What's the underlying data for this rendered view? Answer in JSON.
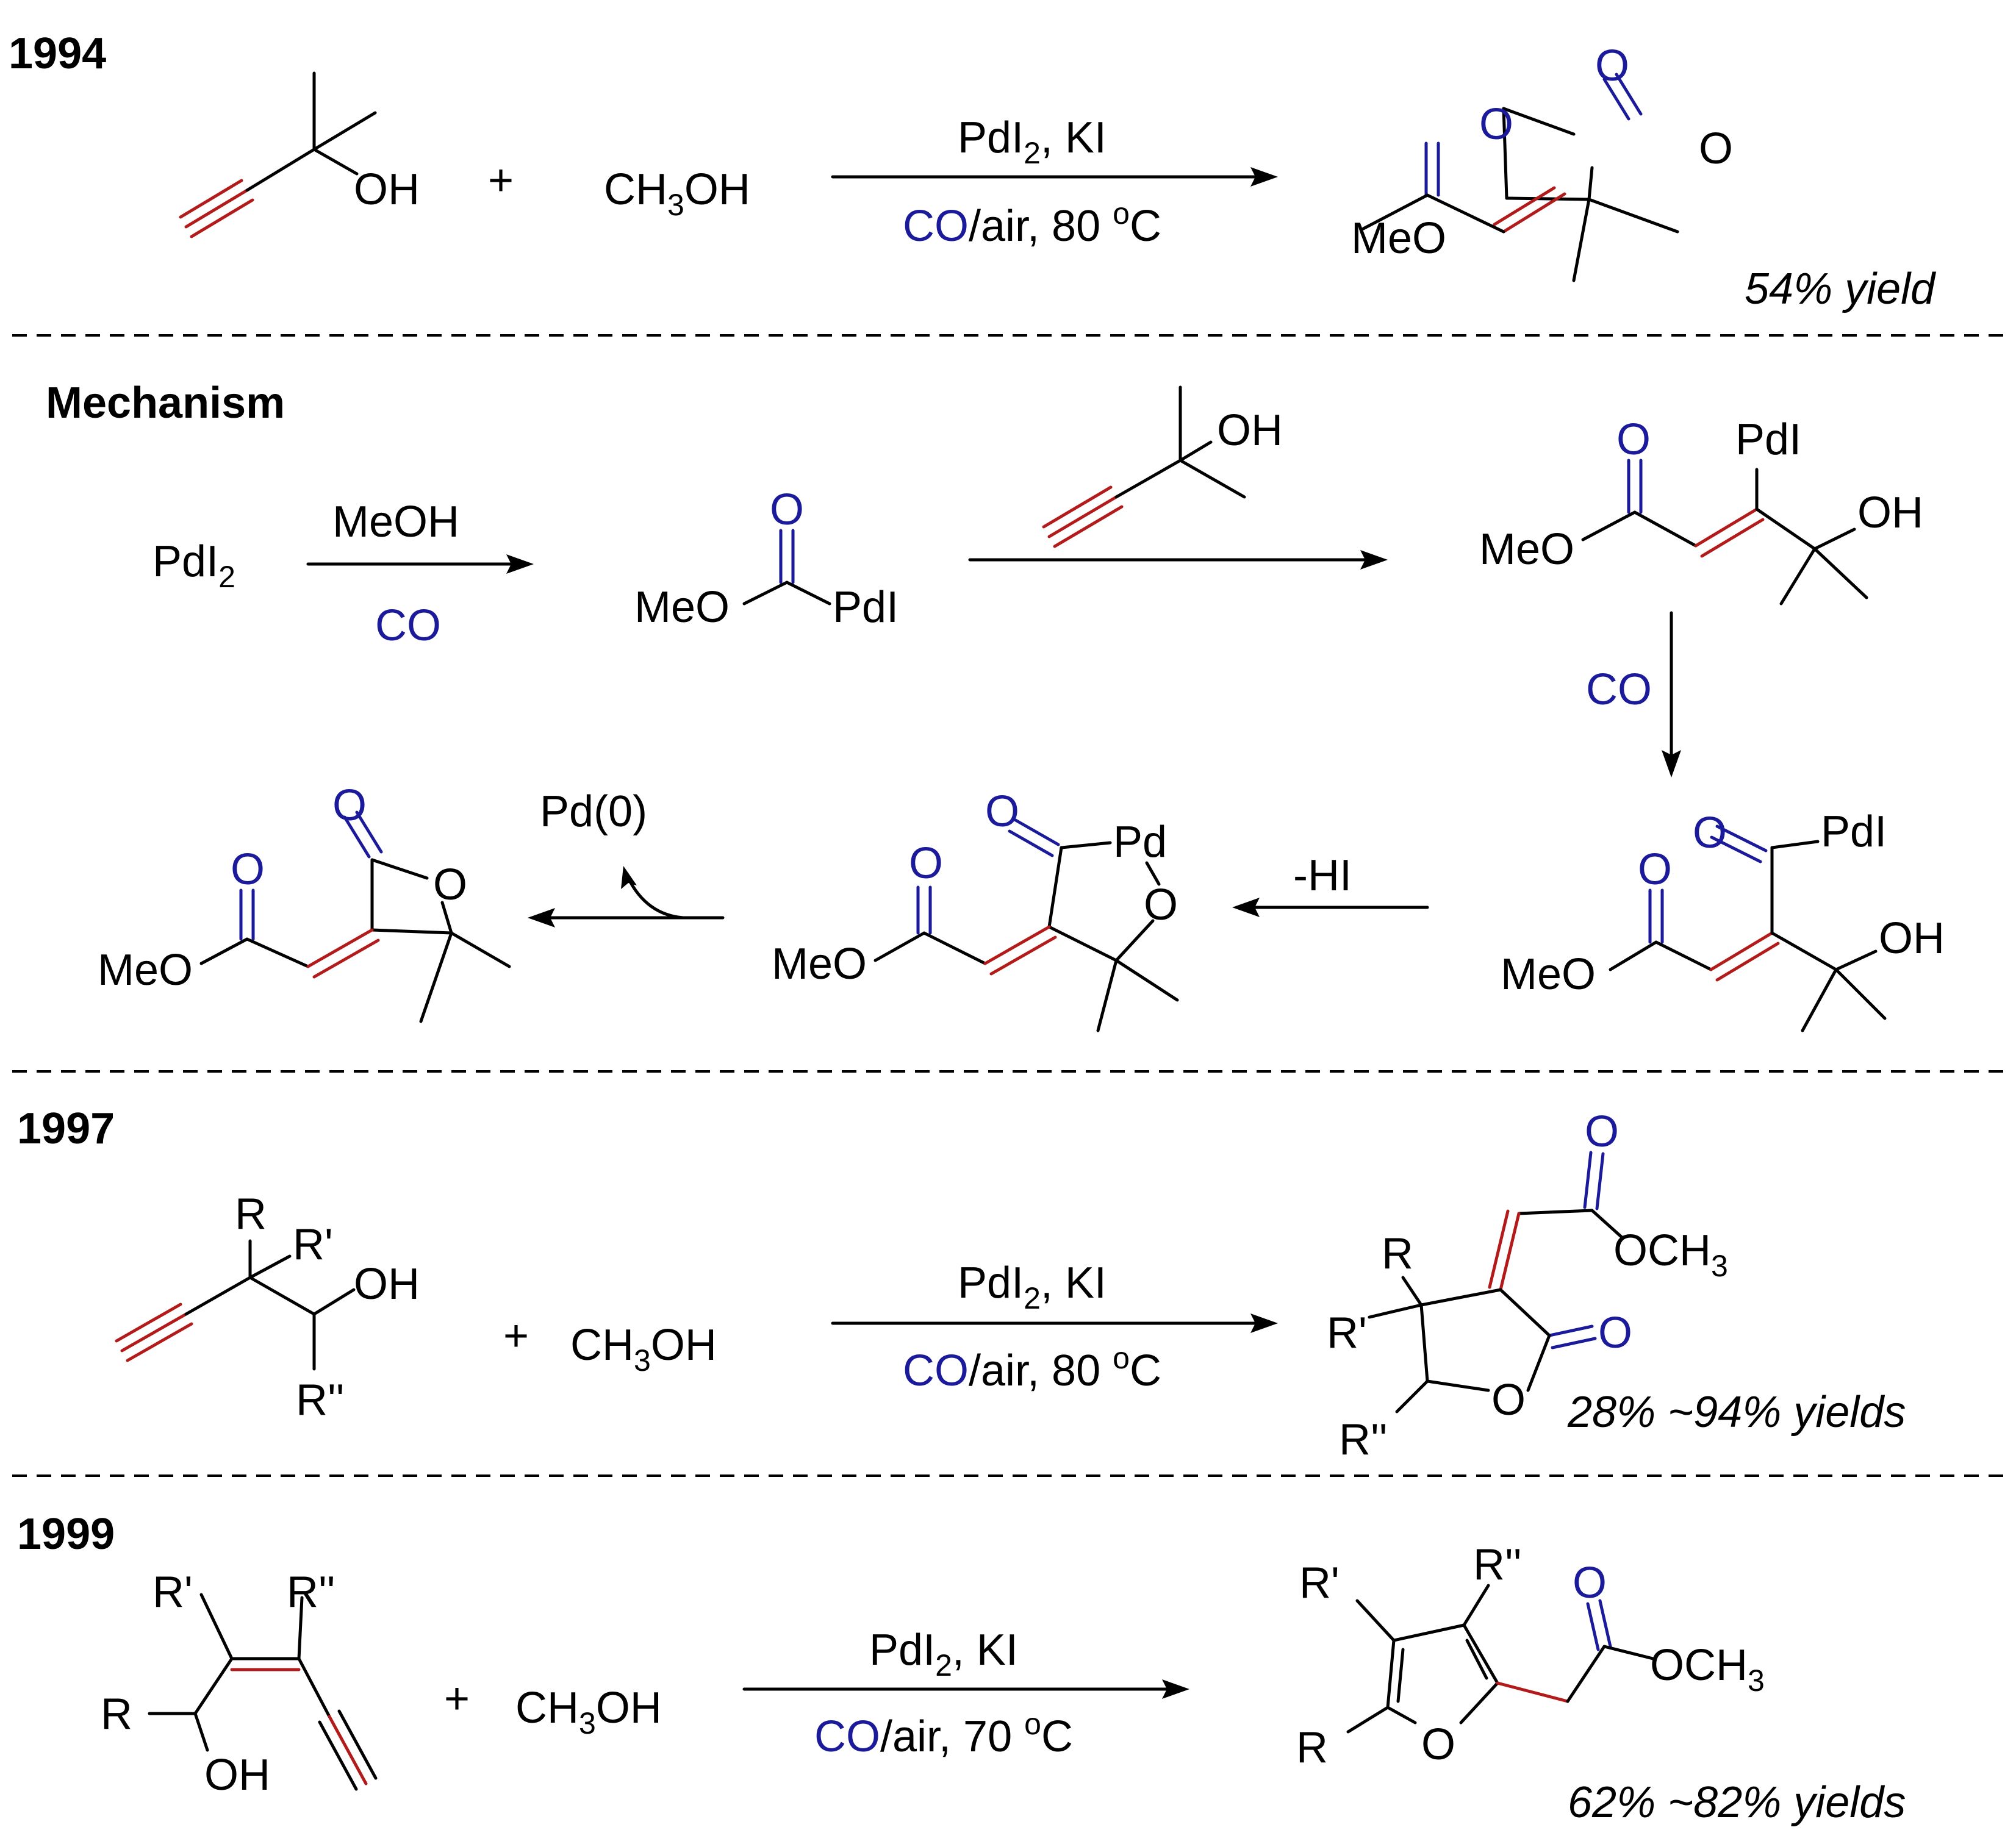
{
  "sections": {
    "s1994": "1994",
    "mechanism": "Mechanism",
    "s1997": "1997",
    "s1999": "1999"
  },
  "r1994": {
    "oh": "OH",
    "plus": "+",
    "methanol": "CH3OH",
    "cond_top": "PdI2, KI",
    "cond_co": "CO",
    "cond_rest": "/air, 80 oC",
    "prod_o1": "O",
    "prod_o2": "O",
    "prod_o3": "O",
    "prod_meo": "MeO",
    "yield": "54% yield"
  },
  "mech": {
    "pdi2": "PdI2",
    "meoh": "MeOH",
    "co": "CO",
    "int1_o": "O",
    "int1_meo": "MeO",
    "int1_pdi": "PdI",
    "alkyne_oh": "OH",
    "int2_o": "O",
    "int2_meo": "MeO",
    "int2_pdi": "PdI",
    "int2_oh": "OH",
    "co_down": "CO",
    "int3_o1": "O",
    "int3_o2": "O",
    "int3_meo": "MeO",
    "int3_pdi": "PdI",
    "int3_oh": "OH",
    "minus_hi": "-HI",
    "int4_o1": "O",
    "int4_o2": "O",
    "int4_o3": "O",
    "int4_meo": "MeO",
    "int4_pd": "Pd",
    "pd0": "Pd(0)",
    "prod_o1": "O",
    "prod_o2": "O",
    "prod_o3": "O",
    "prod_meo": "MeO"
  },
  "r1997": {
    "r": "R",
    "r1": "R'",
    "r2": "R''",
    "oh": "OH",
    "plus": "+",
    "methanol": "CH3OH",
    "cond_top": "PdI2, KI",
    "cond_co": "CO",
    "cond_rest": "/air, 80 oC",
    "prod_o1": "O",
    "prod_och3": "OCH3",
    "prod_r": "R",
    "prod_r1": "R'",
    "prod_r2": "R''",
    "prod_o2": "O",
    "prod_o3": "O",
    "yield": "28% ~94% yields"
  },
  "r1999": {
    "r": "R",
    "r1": "R'",
    "r2": "R''",
    "oh": "OH",
    "plus": "+",
    "methanol": "CH3OH",
    "cond_top": "PdI2, KI",
    "cond_co": "CO",
    "cond_rest": "/air, 70 oC",
    "prod_r": "R",
    "prod_r1": "R'",
    "prod_r2": "R''",
    "prod_o": "O",
    "prod_o2": "O",
    "prod_och3": "OCH3",
    "yield": "62% ~82% yields"
  },
  "colors": {
    "red_bond": "#b31b1b",
    "blue_text": "#1a1a9a",
    "black": "#000000"
  }
}
